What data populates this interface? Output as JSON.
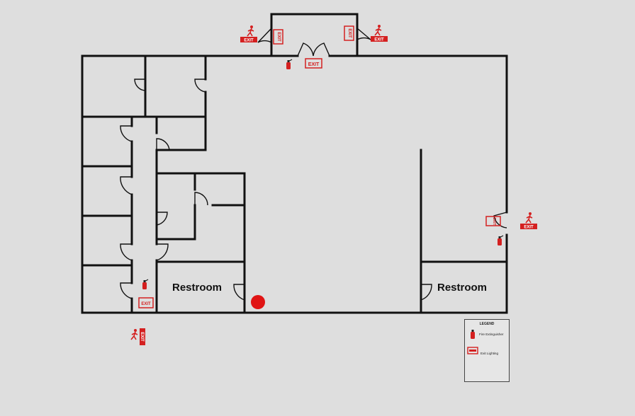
{
  "rooms": {
    "restroom_left": "Restroom",
    "restroom_right": "Restroom"
  },
  "exit_sign_text": "EXIT",
  "legend": {
    "title": "LEGEND",
    "items": [
      {
        "label": "Fire Extinguisher",
        "icon": "fire-extinguisher-icon"
      },
      {
        "label": "Exit Lighting",
        "icon": "exit-light-icon"
      }
    ]
  },
  "colors": {
    "background": "#dedede",
    "wall": "#111111",
    "safety_red": "#d42020",
    "marker_red": "#e01414"
  }
}
